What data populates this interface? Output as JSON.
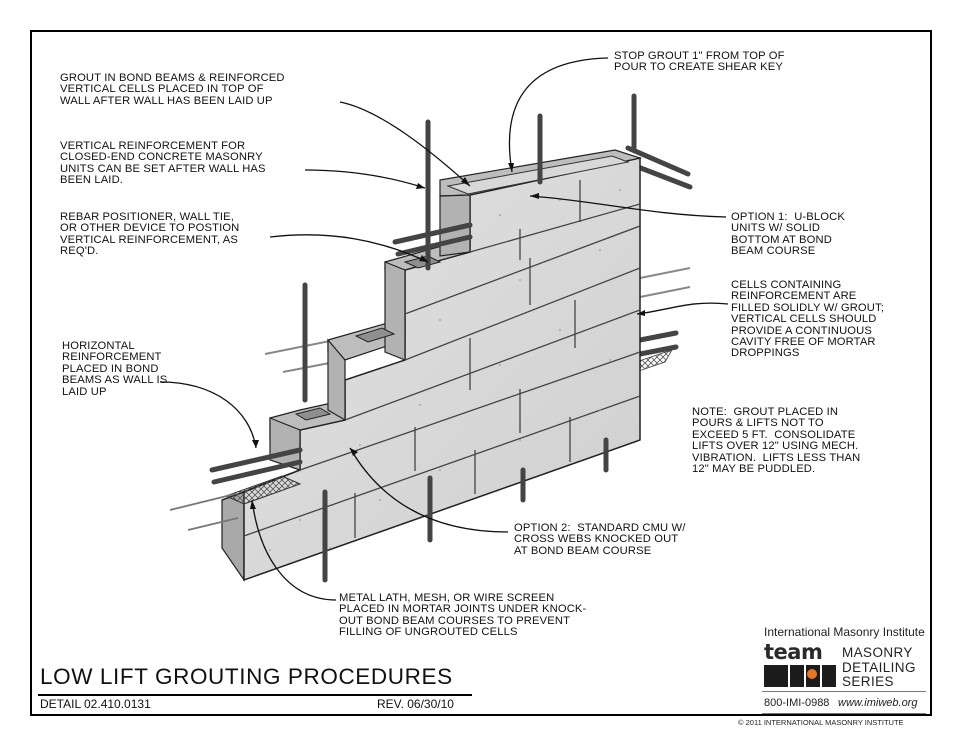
{
  "notes": {
    "grout_bond_beams": "GROUT IN BOND BEAMS & REINFORCED\nVERTICAL CELLS PLACED IN TOP OF\nWALL AFTER WALL HAS BEEN LAID UP",
    "vertical_reinforcement": "VERTICAL REINFORCEMENT FOR\nCLOSED-END CONCRETE MASONRY\nUNITS CAN BE SET AFTER WALL HAS\nBEEN LAID.",
    "rebar_positioner": "REBAR POSITIONER, WALL TIE,\nOR OTHER DEVICE TO POSTION\nVERTICAL REINFORCEMENT, AS\nREQ'D.",
    "horizontal_reinforcement": "HORIZONTAL\nREINFORCEMENT\nPLACED IN BOND\nBEAMS AS WALL IS\nLAID UP",
    "stop_grout": "STOP GROUT 1\" FROM TOP OF\nPOUR TO CREATE SHEAR KEY",
    "option1": "OPTION 1:  U-BLOCK\nUNITS W/ SOLID\nBOTTOM AT BOND\nBEAM COURSE",
    "cells_containing": "CELLS CONTAINING\nREINFORCEMENT ARE\nFILLED SOLIDLY W/ GROUT;\nVERTICAL CELLS SHOULD\nPROVIDE A CONTINUOUS\nCAVITY FREE OF MORTAR\nDROPPINGS",
    "note_grout": "NOTE:  GROUT PLACED IN\nPOURS & LIFTS NOT TO\nEXCEED 5 FT.  CONSOLIDATE\nLIFTS OVER 12\" USING MECH.\nVIBRATION.  LIFTS LESS THAN\n12\" MAY BE PUDDLED.",
    "option2": "OPTION 2:  STANDARD CMU W/\nCROSS WEBS KNOCKED OUT\nAT BOND BEAM COURSE",
    "metal_lath": "METAL LATH, MESH, OR WIRE SCREEN\nPLACED IN MORTAR JOINTS UNDER KNOCK-\nOUT BOND BEAM COURSES TO PREVENT\nFILLING OF UNGROUTED CELLS"
  },
  "title_block": {
    "title": "LOW LIFT GROUTING PROCEDURES",
    "detail": "DETAIL 02.410.0131",
    "revision": "REV. 06/30/10"
  },
  "branding": {
    "institute": "International Masonry Institute",
    "logo_word": "team",
    "series": "MASONRY\nDETAILING\nSERIES",
    "phone": "800-IMI-0988",
    "website": "www.imiweb.org",
    "copyright": "© 2011 INTERNATIONAL MASONRY INSTITUTE",
    "accent_color": "#e8761e"
  }
}
